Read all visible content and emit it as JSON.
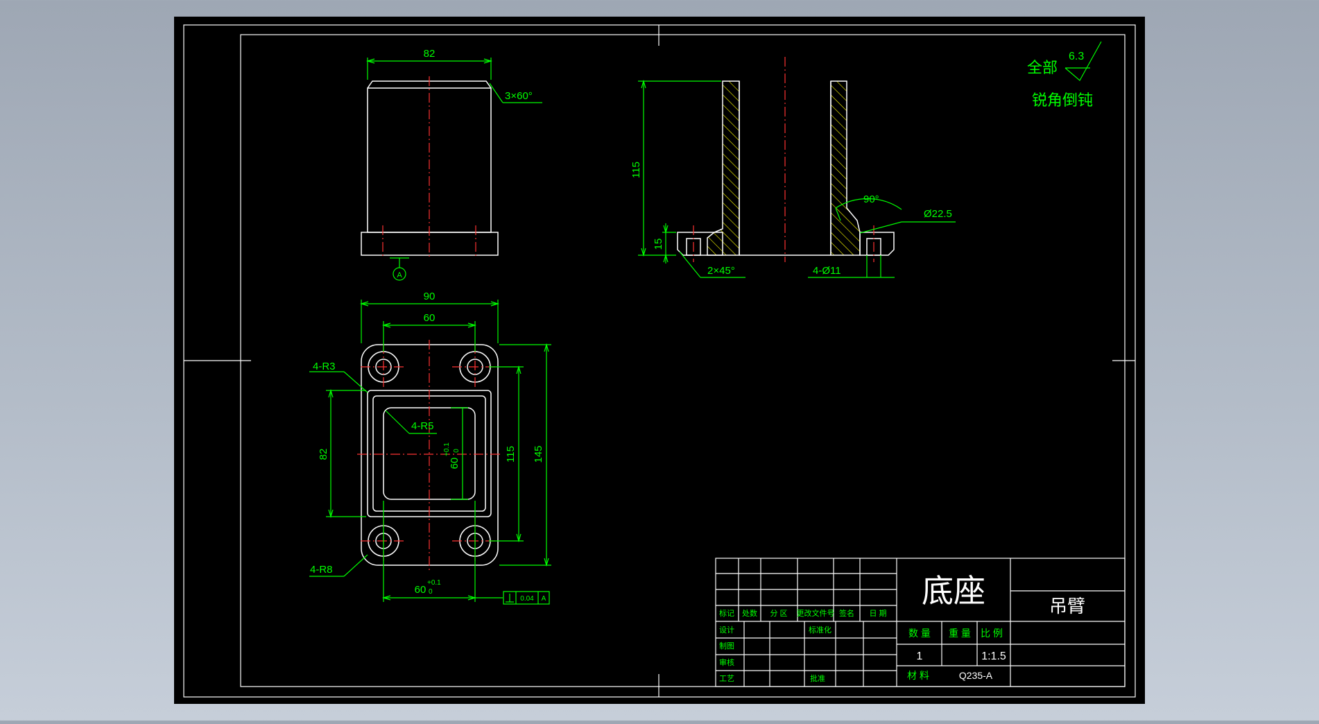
{
  "colors": {
    "canvas": "#000000",
    "frame": "#ffffff",
    "dimension": "#00ff00",
    "centerline": "#ff3333",
    "hatch": "#ffff00",
    "outline": "#ffffff"
  },
  "drawing": {
    "surface_note": {
      "prefix": "全部",
      "roughness": "6.3",
      "note": "锐角倒钝"
    },
    "front_view": {
      "width_dim": "82",
      "chamfer": "3×60°",
      "datum": "A"
    },
    "section_view": {
      "height_dim": "115",
      "base_height_dim": "15",
      "angle": "90°",
      "counterbore": "Ø22.5",
      "chamfer": "2×45°",
      "holes": "4-Ø11"
    },
    "top_view": {
      "outer_width": "90",
      "hole_spacing": "60",
      "inner_width": "82",
      "hole_spacing_v": "115",
      "outer_height": "145",
      "r3": "4-R3",
      "r5": "4-R5",
      "r8": "4-R8",
      "inner_square": "60",
      "tol_upper": "+0.1",
      "tol_lower": "0",
      "fcf_value": "0.04",
      "fcf_datum": "A"
    },
    "title_block": {
      "part_name": "底座",
      "assembly": "吊臂",
      "headers": [
        "标记",
        "处数",
        "分 区",
        "更改文件号",
        "签名",
        "日 期"
      ],
      "labels": {
        "design": "设计",
        "standard": "标准化",
        "drawing": "制图",
        "review": "审核",
        "process": "工艺",
        "approve": "批准",
        "material": "材 料"
      },
      "qty_label": "数 量",
      "weight_label": "重 量",
      "scale_label": "比 例",
      "qty": "1",
      "scale": "1:1.5",
      "material": "Q235-A"
    }
  }
}
